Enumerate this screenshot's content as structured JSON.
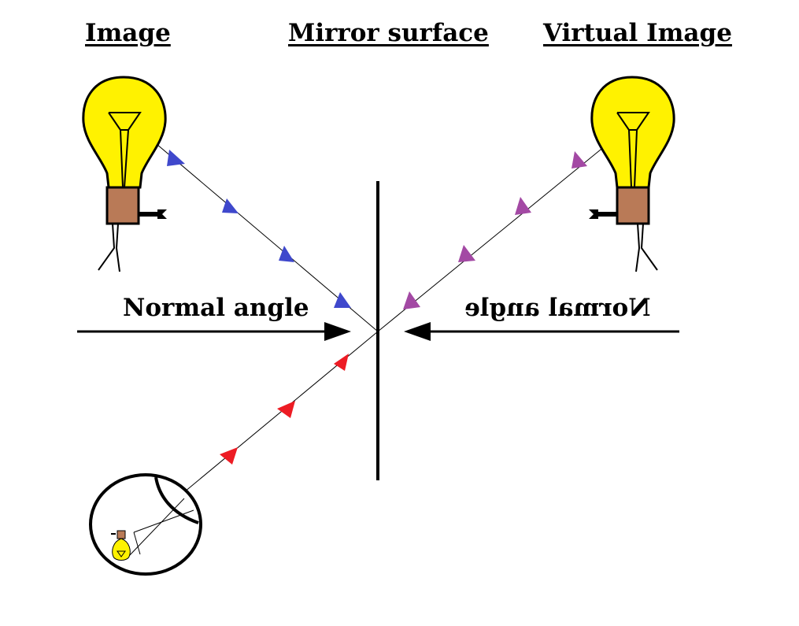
{
  "headings": {
    "image": "Image",
    "mirror_surface": "Mirror surface",
    "virtual_image": "Virtual Image"
  },
  "normal_angle": {
    "left": "Normal angle",
    "right_mirrored": "Normal angle"
  },
  "colors": {
    "incident_ray_arrows": "#3f48cc",
    "virtual_ray_arrows": "#a349a4",
    "reflected_ray_arrows": "#ed1c24",
    "bulb_glass": "#fff200",
    "bulb_base": "#b97a57"
  },
  "icons": [
    "light-bulb-icon",
    "mirrored-light-bulb-icon",
    "eye-icon",
    "arrow-right-icon",
    "arrow-left-icon"
  ]
}
